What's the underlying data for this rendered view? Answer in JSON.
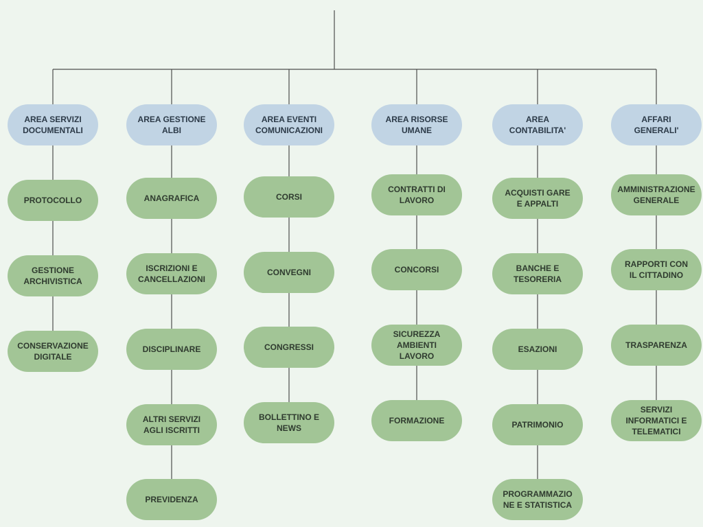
{
  "colors": {
    "background": "#eef5ee",
    "area_fill": "#c1d4e4",
    "service_fill": "#a2c596",
    "connector": "#4d4d4d"
  },
  "columns": [
    {
      "header": "AREA SERVIZI\nDOCUMENTALI",
      "items": [
        "PROTOCOLLO",
        "GESTIONE\nARCHIVISTICA",
        "CONSERVAZIONE\nDIGITALE"
      ]
    },
    {
      "header": "AREA GESTIONE\nALBI",
      "items": [
        "ANAGRAFICA",
        "ISCRIZIONI E\nCANCELLAZIONI",
        "DISCIPLINARE",
        "ALTRI SERVIZI\nAGLI ISCRITTI",
        "PREVIDENZA"
      ]
    },
    {
      "header": "AREA EVENTI\nCOMUNICAZIONI",
      "items": [
        "CORSI",
        "CONVEGNI",
        "CONGRESSI",
        "BOLLETTINO E\nNEWS"
      ]
    },
    {
      "header": "AREA RISORSE\nUMANE",
      "items": [
        "CONTRATTI DI\nLAVORO",
        "CONCORSI",
        "SICUREZZA\nAMBIENTI\nLAVORO",
        "FORMAZIONE"
      ]
    },
    {
      "header": "AREA\nCONTABILITA'",
      "items": [
        "ACQUISTI GARE\nE APPALTI",
        "BANCHE E\nTESORERIA",
        "ESAZIONI",
        "PATRIMONIO",
        "PROGRAMMAZIO\nNE E STATISTICA"
      ]
    },
    {
      "header": "AFFARI\nGENERALI'",
      "items": [
        "AMMINISTRAZIONE\nGENERALE",
        "RAPPORTI CON\nIL CITTADINO",
        "TRASPARENZA",
        "SERVIZI\nINFORMATICI E\nTELEMATICI"
      ]
    }
  ]
}
